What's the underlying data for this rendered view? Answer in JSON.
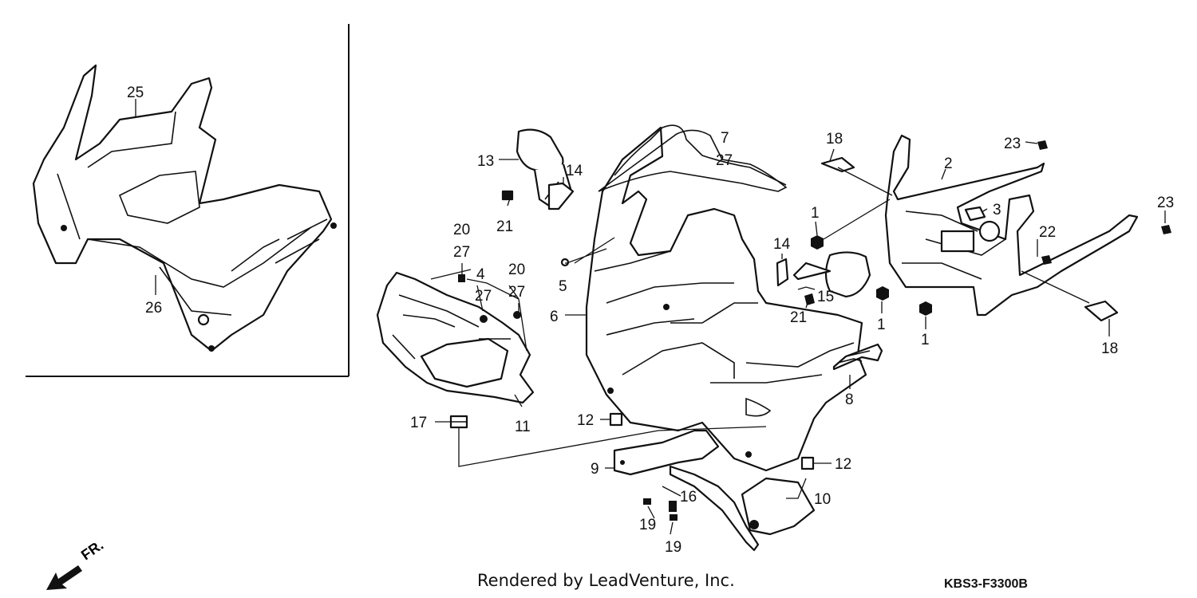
{
  "diagram": {
    "labels": {
      "p25": "25",
      "p26": "26",
      "p13": "13",
      "p14a": "14",
      "p21a": "21",
      "p20a": "20",
      "p27a": "27",
      "p4": "4",
      "p27b": "27",
      "p20b": "20",
      "p27c": "27",
      "p17": "17",
      "p11": "11",
      "p7": "7",
      "p27d": "27",
      "p5": "5",
      "p6": "6",
      "p12a": "12",
      "p9": "9",
      "p16": "16",
      "p19a": "19",
      "p19b": "19",
      "p8": "8",
      "p12b": "12",
      "p10": "10",
      "p18a": "18",
      "p1a": "1",
      "p14b": "14",
      "p15": "15",
      "p21b": "21",
      "p1b": "1",
      "p1c": "1",
      "p23a": "23",
      "p2": "2",
      "p3": "3",
      "p22": "22",
      "p23b": "23",
      "p18b": "18"
    },
    "front_label": "FR.",
    "credit": "Rendered by LeadVenture, Inc.",
    "code": "KBS3-F3300B"
  }
}
